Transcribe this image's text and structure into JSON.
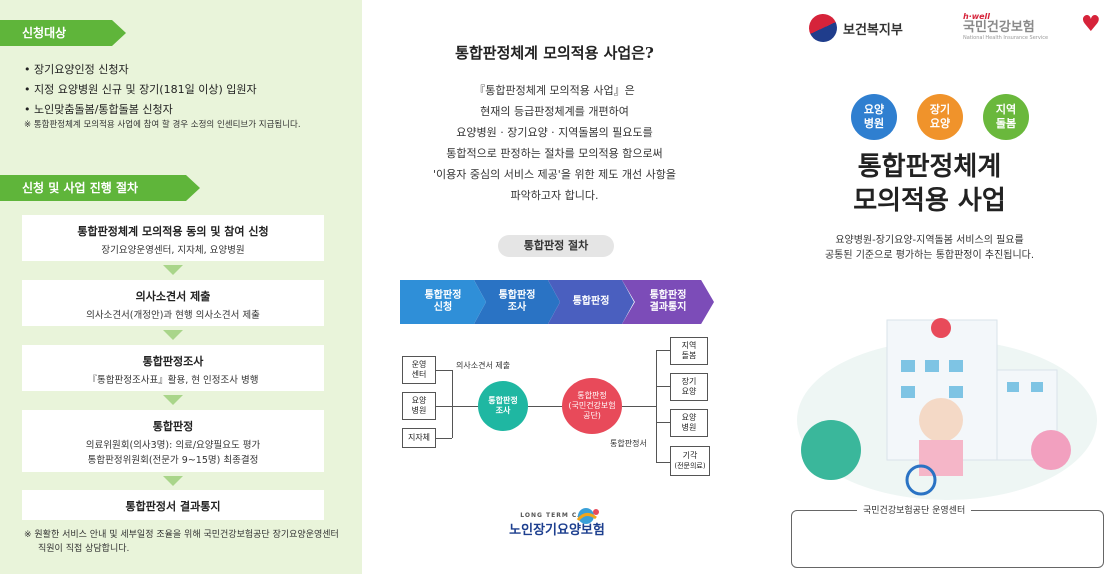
{
  "left": {
    "section1_title": "신청대상",
    "bullets": [
      "장기요양인정 신청자",
      "지정 요양병원 신규 및 장기(181일 이상) 입원자",
      "노인맞춤돌봄/통합돌봄 신청자"
    ],
    "note1": "※ 통합판정체계 모의적용 사업에 참여 할 경우 소정의 인센티브가 지급됩니다.",
    "section2_title": "신청 및 사업 진행 절차",
    "steps": [
      {
        "title": "통합판정체계 모의적용 동의 및 참여 신청",
        "desc": "장기요양운영센터, 지자체, 요양병원"
      },
      {
        "title": "의사소견서 제출",
        "desc": "의사소견서(개정안)과 현행 의사소견서 제출"
      },
      {
        "title": "통합판정조사",
        "desc": "『통합판정조사표』활용, 현 인정조사 병행"
      },
      {
        "title": "통합판정",
        "desc": "의료위원회(의사3명): 의료/요양필요도 평가",
        "desc2": "통합판정위원회(전문가 9~15명) 최종결정"
      },
      {
        "title": "통합판정서 결과통지",
        "desc": ""
      }
    ],
    "note2": "※ 원활한 서비스 안내 및 세부일정 조율을 위해 국민건강보험공단 장기요양운영센터 직원이 직접 상담합니다."
  },
  "middle": {
    "title": "통합판정체계 모의적용 사업은?",
    "body": [
      "『통합판정체계 모의적용 사업』은",
      "현재의 등급판정체계를 개편하여",
      "요양병원 · 장기요양 · 지역돌봄의 필요도를",
      "통합적으로 판정하는 절차를 모의적용 함으로써",
      "'이용자 중심의 서비스 제공'을 위한 제도 개선 사항을",
      "파악하고자 합니다."
    ],
    "procedure_label": "통합판정 절차",
    "chevrons": [
      {
        "line1": "통합판정",
        "line2": "신청",
        "color": "#2f8fd8"
      },
      {
        "line1": "통합판정",
        "line2": "조사",
        "color": "#2a73c4"
      },
      {
        "line1": "통합판정",
        "line2": "",
        "color": "#4a5fbf"
      },
      {
        "line1": "통합판정",
        "line2": "결과통지",
        "color": "#7c4cb8"
      }
    ],
    "diagram": {
      "sources": [
        {
          "line1": "운영",
          "line2": "센터"
        },
        {
          "line1": "요양",
          "line2": "병원"
        },
        {
          "line1": "지자체",
          "line2": ""
        }
      ],
      "submit_label": "의사소견서 제출",
      "survey_line1": "통합판정",
      "survey_line2": "조사",
      "decision_line1": "통합판정",
      "decision_line2": "(국민건강보험",
      "decision_line3": "공단)",
      "result_label": "통합판정서",
      "outputs": [
        {
          "line1": "지역",
          "line2": "돌봄"
        },
        {
          "line1": "장기",
          "line2": "요양"
        },
        {
          "line1": "요양",
          "line2": "병원"
        },
        {
          "line1": "기각",
          "line2": "(전문의료)"
        }
      ]
    },
    "ltc_logo_en": "LONG TERM CARE",
    "ltc_logo_ko": "노인장기요양보험"
  },
  "right": {
    "mohw_name": "보건복지부",
    "nhis_tag": "h·well",
    "nhis_name": "국민건강보험",
    "nhis_en": "National Health Insurance Service",
    "categories": [
      {
        "line1": "요양",
        "line2": "병원",
        "color": "#2f7fd0"
      },
      {
        "line1": "장기",
        "line2": "요양",
        "color": "#f0932b"
      },
      {
        "line1": "지역",
        "line2": "돌봄",
        "color": "#6ab83c"
      }
    ],
    "title_line1": "통합판정체계",
    "title_line2": "모의적용 사업",
    "subtitle_line1": "요양병원-장기요양-지역돌봄 서비스의 필요를",
    "subtitle_line2": "공통된 기준으로 평가하는 통합판정이 추진됩니다.",
    "center_label": "국민건강보험공단 운영센터"
  }
}
